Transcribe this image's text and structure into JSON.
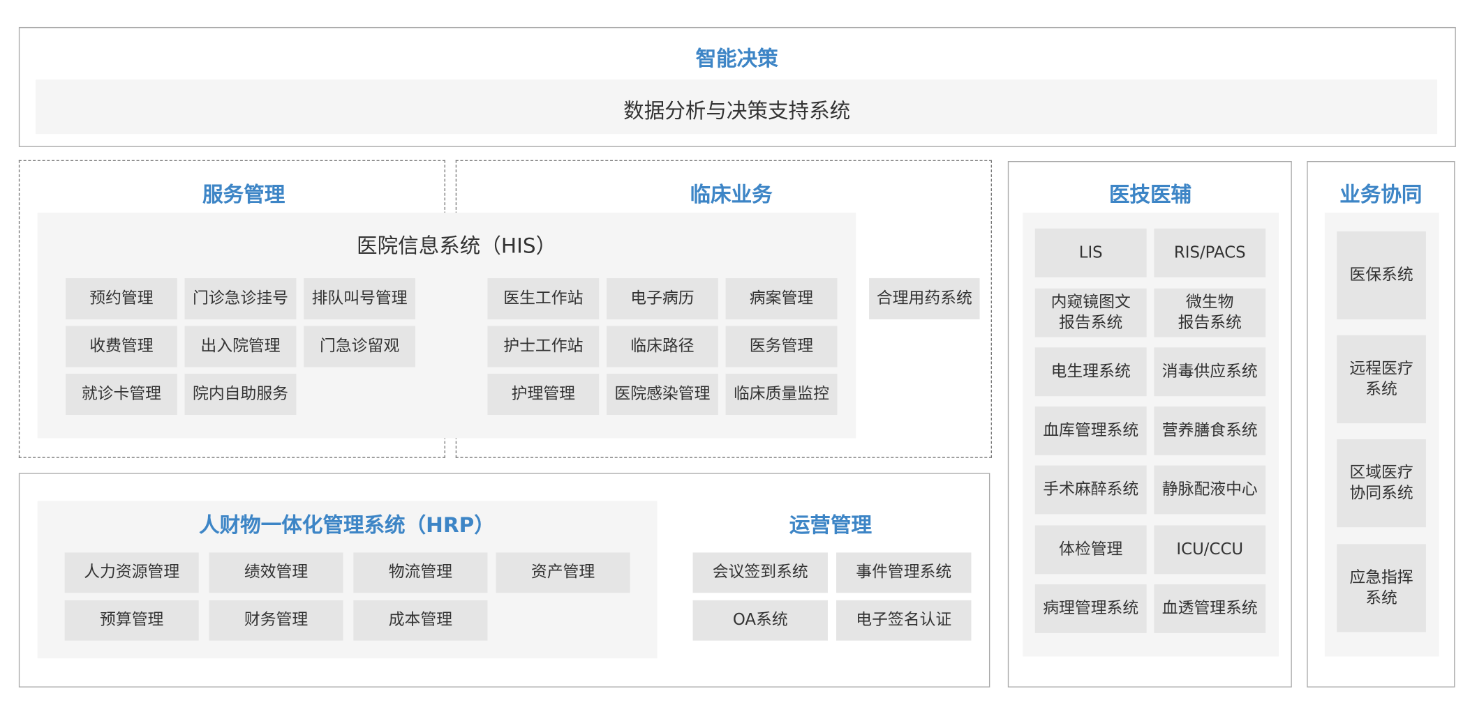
{
  "decision": {
    "title": "智能决策",
    "system": "数据分析与决策支持系统"
  },
  "service": {
    "title": "服务管理",
    "items": [
      "预约管理",
      "门诊急诊挂号",
      "排队叫号管理",
      "收费管理",
      "出入院管理",
      "门急诊留观",
      "就诊卡管理",
      "院内自助服务"
    ]
  },
  "clinical": {
    "title": "临床业务",
    "items": [
      "医生工作站",
      "电子病历",
      "病案管理",
      "护士工作站",
      "临床路径",
      "医务管理",
      "护理管理",
      "医院感染管理",
      "临床质量监控"
    ],
    "extra": "合理用药系统"
  },
  "his": {
    "title": "医院信息系统（HIS）"
  },
  "hrp": {
    "title": "人财物一体化管理系统（HRP）",
    "items": [
      "人力资源管理",
      "绩效管理",
      "物流管理",
      "资产管理",
      "预算管理",
      "财务管理",
      "成本管理"
    ]
  },
  "ops": {
    "title": "运营管理",
    "items": [
      "会议签到系统",
      "事件管理系统",
      "OA系统",
      "电子签名认证"
    ]
  },
  "medtech": {
    "title": "医技医辅",
    "items": [
      "LIS",
      "RIS/PACS",
      "内窥镜图文\n报告系统",
      "微生物\n报告系统",
      "电生理系统",
      "消毒供应系统",
      "血库管理系统",
      "营养膳食系统",
      "手术麻醉系统",
      "静脉配液中心",
      "体检管理",
      "ICU/CCU",
      "病理管理系统",
      "血透管理系统"
    ]
  },
  "collab": {
    "title": "业务协同",
    "items": [
      "医保系统",
      "远程医疗\n系统",
      "区域医疗\n协同系统",
      "应急指挥\n系统"
    ]
  },
  "colors": {
    "accent": "#3d85c6",
    "panel": "#f5f5f5",
    "button": "#e5e5e5"
  }
}
